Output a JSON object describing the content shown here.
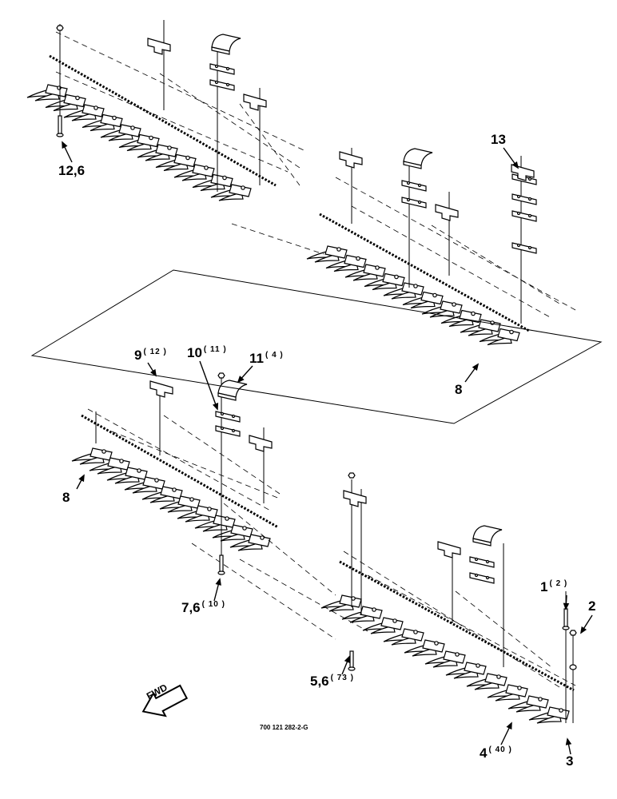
{
  "callouts": {
    "c12": {
      "num": "12,6",
      "qty": ""
    },
    "c13": {
      "num": "13",
      "qty": ""
    },
    "c8a": {
      "num": "8",
      "qty": ""
    },
    "c9": {
      "num": "9",
      "qty": "( 12 )"
    },
    "c10": {
      "num": "10",
      "qty": "( 11 )"
    },
    "c11": {
      "num": "11",
      "qty": "( 4 )"
    },
    "c8b": {
      "num": "8",
      "qty": ""
    },
    "c7": {
      "num": "7,6",
      "qty": "( 10 )"
    },
    "c1": {
      "num": "1",
      "qty": "( 2 )"
    },
    "c2": {
      "num": "2",
      "qty": ""
    },
    "c5": {
      "num": "5,6",
      "qty": "( 73 )"
    },
    "c4": {
      "num": "4",
      "qty": "( 40 )"
    },
    "c3": {
      "num": "3",
      "qty": ""
    }
  },
  "fwd_label": "FWD",
  "part_number": "700 121 282-2-G",
  "colors": {
    "ink": "#000000",
    "paper": "#ffffff"
  }
}
